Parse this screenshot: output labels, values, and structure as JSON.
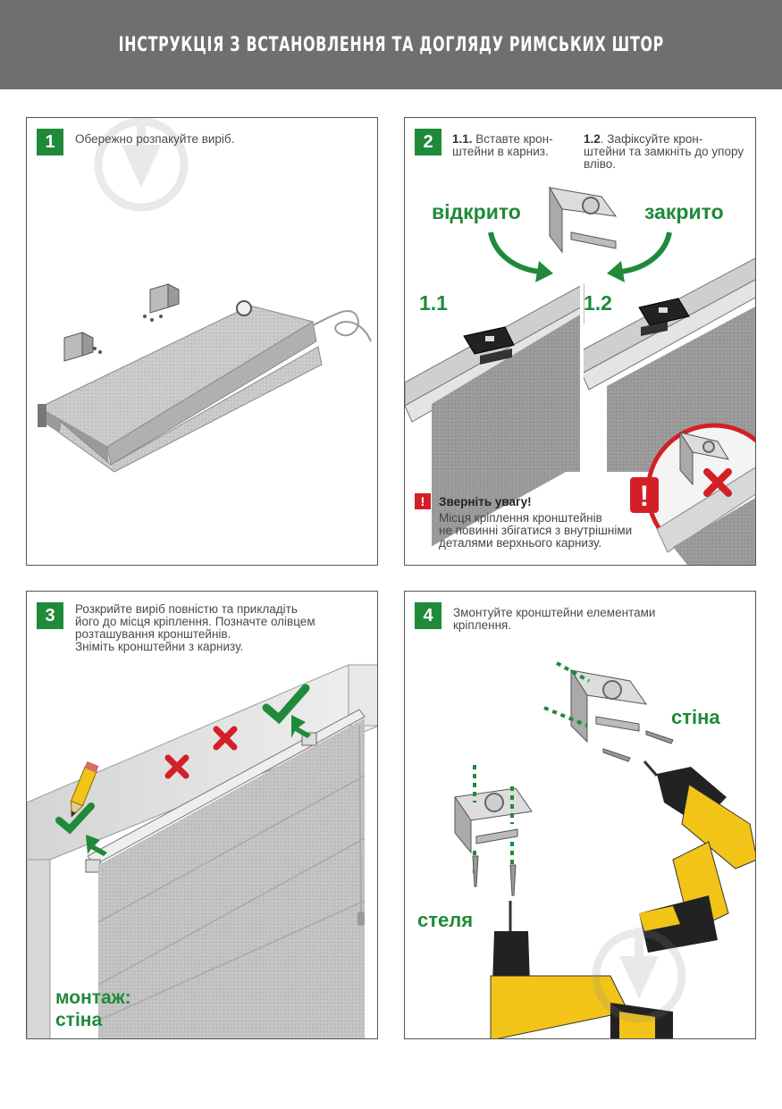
{
  "header": {
    "title": "ІНСТРУКЦІЯ З ВСТАНОВЛЕННЯ ТА ДОГЛЯДУ РИМСЬКИХ ШТОР"
  },
  "steps": [
    {
      "number": "1",
      "text": "Обережно розпакуйте виріб."
    },
    {
      "number": "2",
      "sub1_num": "1.1.",
      "sub1_text_a": " Вставте крон-",
      "sub1_text_b": "штейни в карниз.",
      "sub2_num": "1.2",
      "sub2_text_a": ". Зафіксуйте крон-",
      "sub2_text_b": "штейни та замкніть до упору",
      "sub2_text_c": "вліво.",
      "label_open": "відкрито",
      "label_closed": "закрито",
      "label_11": "1.1",
      "label_12": "1.2",
      "warning_title": "Зверніть увагу!",
      "warning_lines": [
        "Місця кріплення кронштейнів",
        "не повинні збігатися з внутрішніми",
        "деталями верхнього карнизу."
      ]
    },
    {
      "number": "3",
      "lines": [
        "Розкрийте виріб повністю та прикладіть",
        "його до місця кріплення. Позначте олівцем",
        "розташування кронштейнів.",
        "Зніміть кронштейни з карнизу."
      ],
      "mount_label_1": "монтаж:",
      "mount_label_2": "стіна"
    },
    {
      "number": "4",
      "lines": [
        "Змонтуйте кронштейни елементами",
        "кріплення."
      ],
      "label_wall": "стіна",
      "label_ceiling": "стеля"
    }
  ],
  "colors": {
    "header_bg": "#6f6f6e",
    "accent_green": "#1f8a3a",
    "warning_red": "#d32027",
    "drill_yellow": "#f2c418"
  },
  "icons": [
    "watermark-logo-icon",
    "check-icon",
    "cross-icon",
    "arrow-icon",
    "warning-icon",
    "pencil-icon",
    "drill-icon",
    "screw-icon",
    "bracket-icon"
  ]
}
